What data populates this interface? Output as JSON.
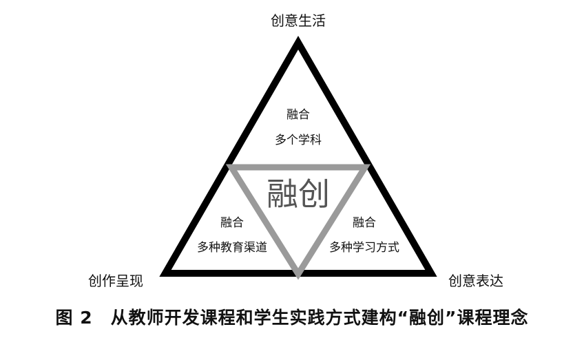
{
  "diagram": {
    "vertices": {
      "top": "创意生活",
      "bottom_left": "创作呈现",
      "bottom_right": "创意表达"
    },
    "regions": {
      "top": {
        "line1": "融合",
        "line2": "多个学科"
      },
      "left": {
        "line1": "融合",
        "line2": "多种教育渠道"
      },
      "right": {
        "line1": "融合",
        "line2": "多种学习方式"
      }
    },
    "center": "融创",
    "colors": {
      "outer_triangle": "#000000",
      "inner_triangle": "#9a9a9a",
      "center_text": "#555555"
    }
  },
  "caption": {
    "number": "图 2",
    "text": "从教师开发课程和学生实践方式建构“融创”课程理念"
  }
}
